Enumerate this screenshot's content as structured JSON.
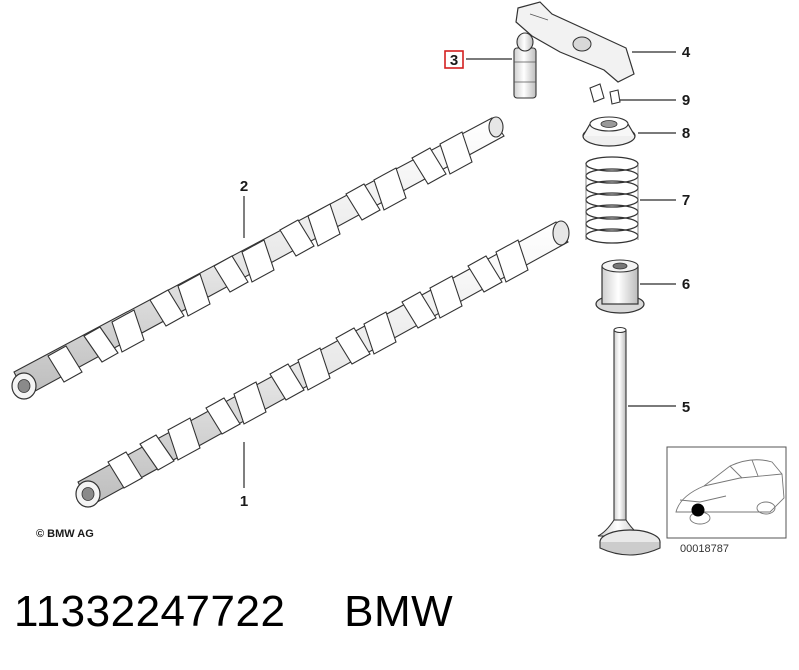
{
  "callouts": {
    "n1": "1",
    "n2": "2",
    "n3": "3",
    "n4": "4",
    "n5": "5",
    "n6": "6",
    "n7": "7",
    "n8": "8",
    "n9": "9"
  },
  "copyright": "© BMW AG",
  "diagram_ref": "00018787",
  "caption": {
    "part_number": "11332247722",
    "brand": "BMW"
  },
  "colors": {
    "highlight": "#d42020",
    "line": "#2a2a2a",
    "locator_dot": "#000000"
  }
}
